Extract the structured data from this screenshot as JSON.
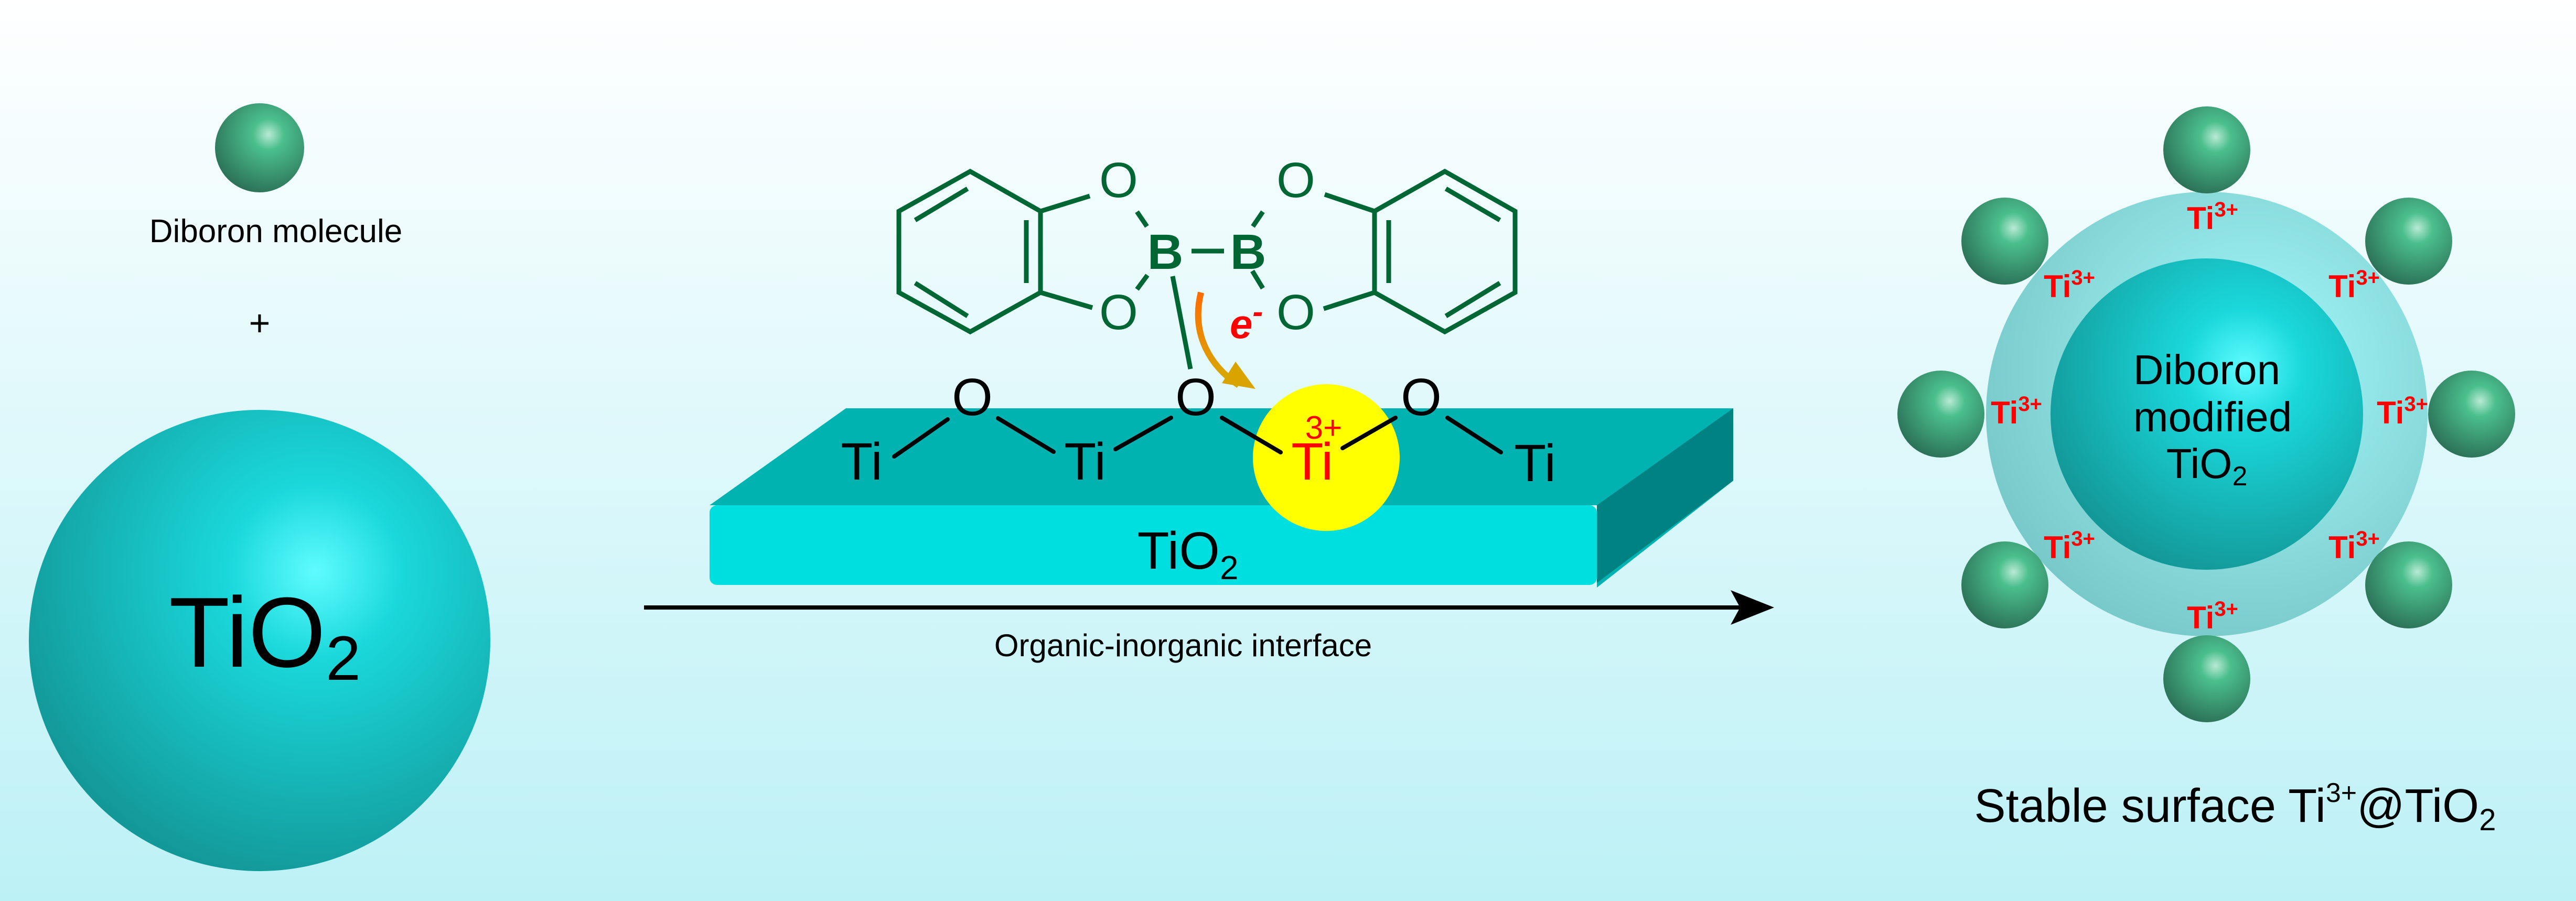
{
  "left": {
    "diboron_label": "Diboron molecule",
    "plus": "+",
    "sphere_label": "TiO",
    "sphere_sub": "2"
  },
  "middle": {
    "molecule_atoms": {
      "o": "O",
      "b": "B"
    },
    "electron": "e",
    "electron_sup": "-",
    "surface_o": "O",
    "surface_ti": "Ti",
    "ti3_sup": "3+",
    "slab_label": "TiO",
    "slab_sub": "2",
    "arrow_label": "Organic-inorganic interface"
  },
  "right": {
    "core_line1": "Diboron",
    "core_line2": "modified",
    "core_line3": "TiO",
    "core_sub": "2",
    "ti_label": "Ti",
    "ti_sup": "3+",
    "caption_pre": "Stable surface Ti",
    "caption_sup": "3+",
    "caption_mid": "@TiO",
    "caption_sub": "2"
  },
  "colors": {
    "molecule": "#006633",
    "ti3": "#ff0000",
    "highlight": "#ffff00",
    "slab_top": "#00b2b0",
    "slab_front": "#00dfe0",
    "slab_side": "#008282"
  }
}
